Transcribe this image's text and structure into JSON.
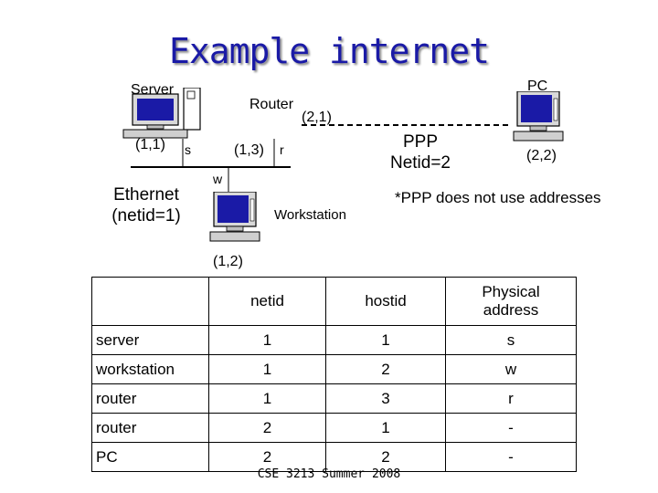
{
  "title": "Example internet",
  "labels": {
    "server": "Server",
    "pc": "PC",
    "router": "Router",
    "router_addr_ppp": "(2,1)",
    "server_addr": "(1,1)",
    "server_phys": "s",
    "router_addr_eth": "(1,3)",
    "router_phys": "r",
    "ppp_line1": "PPP",
    "ppp_line2": "Netid=2",
    "pc_addr": "(2,2)",
    "workstation_phys": "w",
    "ethernet_line1": "Ethernet",
    "ethernet_line2": "(netid=1)",
    "workstation": "Workstation",
    "ppp_note": "*PPP does not use addresses",
    "workstation_addr": "(1,2)"
  },
  "table": {
    "headers": [
      "",
      "netid",
      "hostid",
      "Physical address"
    ],
    "header_phys_line1": "Physical",
    "header_phys_line2": "address",
    "rows": [
      [
        "server",
        "1",
        "1",
        "s"
      ],
      [
        "workstation",
        "1",
        "2",
        "w"
      ],
      [
        "router",
        "1",
        "3",
        "r"
      ],
      [
        "router",
        "2",
        "1",
        "-"
      ],
      [
        "PC",
        "2",
        "2",
        "-"
      ]
    ]
  },
  "footer": "CSE 3213 Summer 2008",
  "icons": [
    "computer-icon",
    "tower-icon"
  ],
  "colors": {
    "title": "#1a1aa6",
    "title_shadow": "#8a8a8a",
    "screen": "#1a1aa6"
  }
}
